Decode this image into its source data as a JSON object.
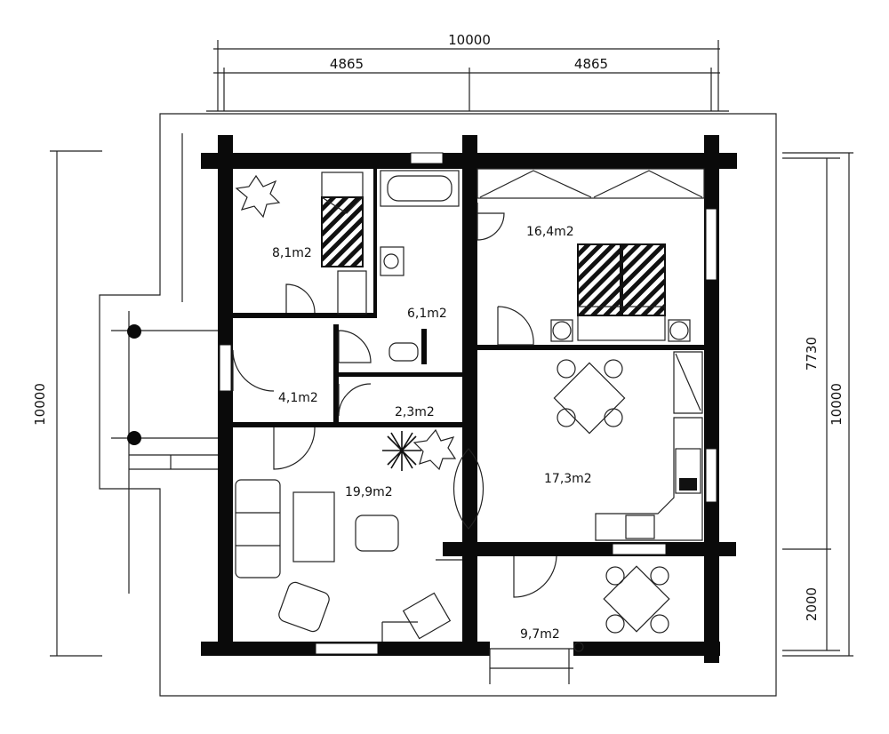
{
  "dimensions": {
    "top_total": "10000",
    "top_left": "4865",
    "top_right": "4865",
    "left_total": "10000",
    "right_inner": "7730",
    "right_total": "10000",
    "right_lower": "2000"
  },
  "rooms": {
    "bedroom_small": "8,1m2",
    "bathroom": "6,1m2",
    "bedroom_master": "16,4m2",
    "hall": "4,1m2",
    "wc": "2,3m2",
    "living": "19,9m2",
    "kitchen": "17,3m2",
    "terrace": "9,7m2"
  }
}
